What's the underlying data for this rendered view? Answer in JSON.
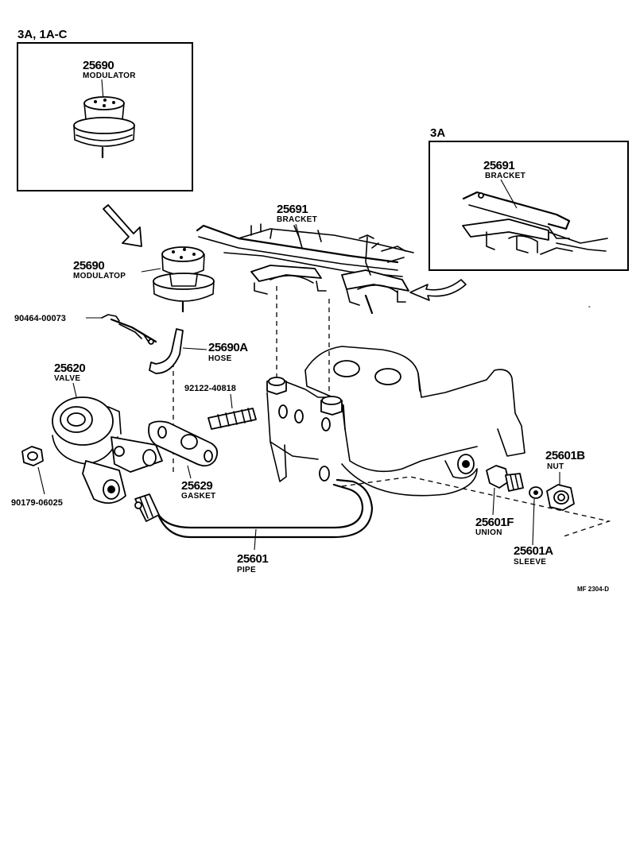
{
  "insets": [
    {
      "title": "3A, 1A-C",
      "part_number": "25690",
      "part_name": "MODULATOR"
    },
    {
      "title": "3A",
      "part_number": "25691",
      "part_name": "BRACKET"
    }
  ],
  "parts": {
    "bracket": {
      "number": "25691",
      "name": "BRACKET"
    },
    "modulator": {
      "number": "25690",
      "name": "MODULATOP"
    },
    "clamp": {
      "number": "90464-00073"
    },
    "hose": {
      "number": "25690A",
      "name": "HOSE"
    },
    "valve": {
      "number": "25620",
      "name": "VALVE"
    },
    "stud": {
      "number": "92122-40818"
    },
    "nut_left": {
      "number": "90179-06025"
    },
    "gasket": {
      "number": "25629",
      "name": "GASKET"
    },
    "pipe": {
      "number": "25601",
      "name": "PIPE"
    },
    "nut_right": {
      "number": "25601B",
      "name": "NUT"
    },
    "union": {
      "number": "25601F",
      "name": "UNION"
    },
    "sleeve": {
      "number": "25601A",
      "name": "SLEEVE"
    }
  },
  "footer": {
    "code": "MF  2304-D"
  }
}
